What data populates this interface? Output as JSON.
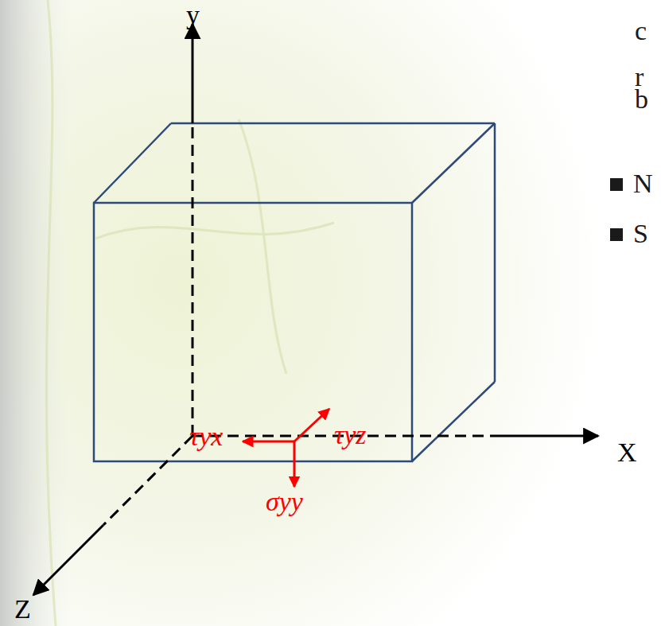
{
  "diagram": {
    "labels": [
      "y",
      "X",
      "Z",
      "τyx",
      "τyz",
      "σyy",
      "c",
      "r",
      "b",
      "N",
      "S"
    ]
  }
}
